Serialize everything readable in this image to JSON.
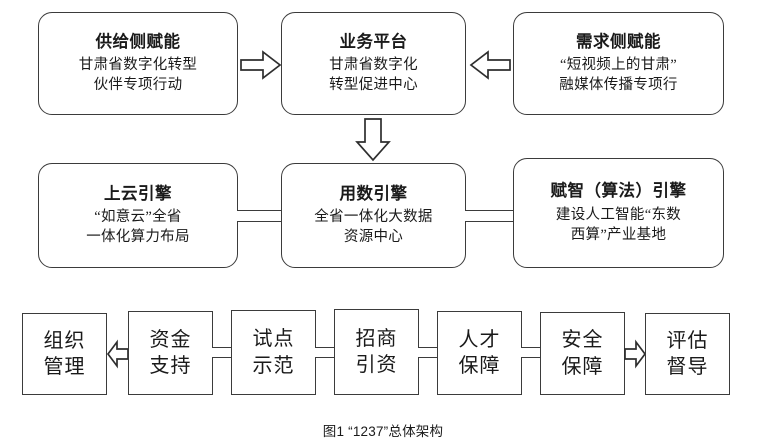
{
  "figure": {
    "caption": "图1 “1237”总体架构",
    "background_color": "#ffffff",
    "line_color": "#3b3b3b"
  },
  "rows": {
    "platform_row": {
      "supply": {
        "title": "供给侧赋能",
        "sub_line1": "甘肃省数字化转型",
        "sub_line2": "伙伴专项行动"
      },
      "platform": {
        "title": "业务平台",
        "sub_line1": "甘肃省数字化",
        "sub_line2": "转型促进中心"
      },
      "demand": {
        "title": "需求侧赋能",
        "sub_line1": "“短视频上的甘肃”",
        "sub_line2": "融媒体传播专项行"
      }
    },
    "engine_row": {
      "cloud": {
        "title": "上云引擎",
        "sub_line1": "“如意云”全省",
        "sub_line2": "一体化算力布局"
      },
      "data": {
        "title": "用数引擎",
        "sub_line1": "全省一体化大数据",
        "sub_line2": "资源中心"
      },
      "intelligence": {
        "title": "赋智（算法）引擎",
        "sub_line1": "建设人工智能“东数",
        "sub_line2": "西算”产业基地"
      }
    },
    "measures_row": [
      {
        "line1": "组织",
        "line2": "管理"
      },
      {
        "line1": "资金",
        "line2": "支持"
      },
      {
        "line1": "试点",
        "line2": "示范"
      },
      {
        "line1": "招商",
        "line2": "引资"
      },
      {
        "line1": "人才",
        "line2": "保障"
      },
      {
        "line1": "安全",
        "line2": "保障"
      },
      {
        "line1": "评估",
        "line2": "督导"
      }
    ]
  },
  "connectors": {
    "supply_to_platform": "arrow-right-icon",
    "demand_to_platform": "arrow-left-icon",
    "platform_to_data": "arrow-down-icon",
    "cloud_to_data": "pipe-connector",
    "data_to_intelligence": "pipe-connector",
    "funding_to_organization": "arrow-left-icon",
    "funding_to_pilot": "pipe-connector",
    "pilot_to_investment": "pipe-connector",
    "investment_to_talent": "pipe-connector",
    "talent_to_security": "pipe-connector",
    "security_to_evaluation": "arrow-right-icon"
  }
}
